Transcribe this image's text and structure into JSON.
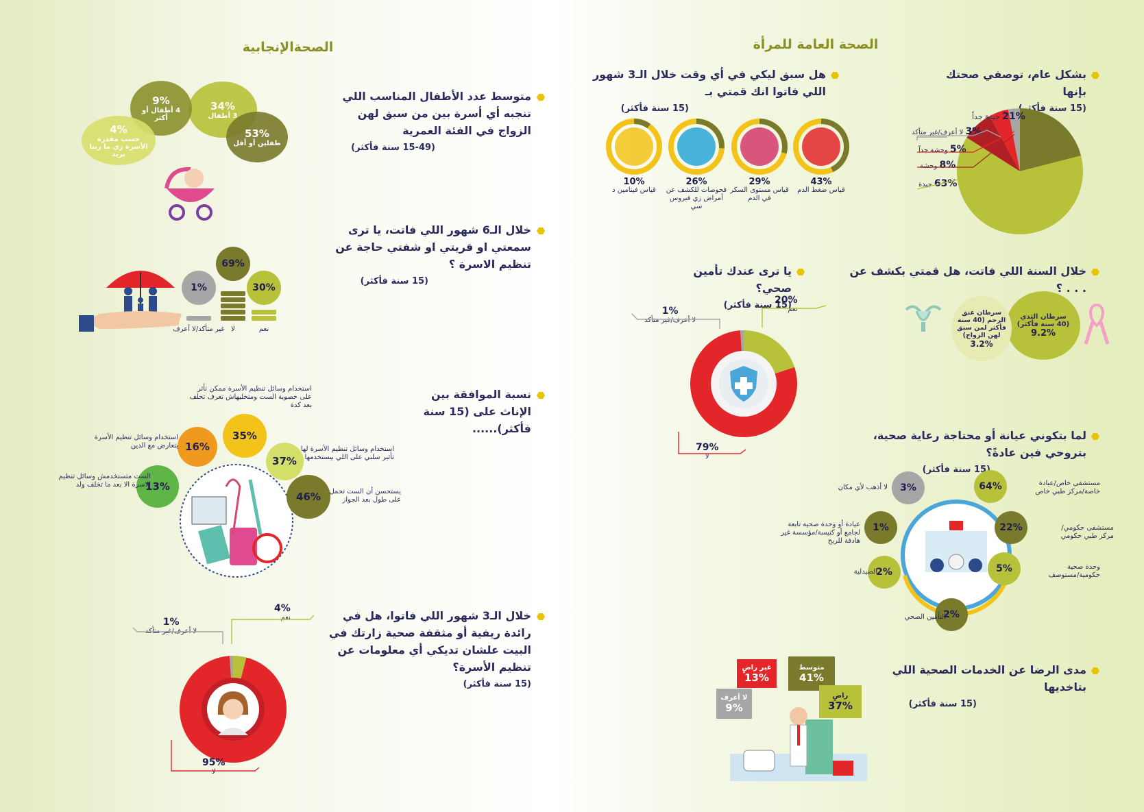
{
  "titles": {
    "general_health": "الصحة العامة للمرأة",
    "reproductive_health": "الصحةالإنجابية"
  },
  "q_health": {
    "text": "بشكل عام، توصفي صحتك بإنها",
    "sub": "(15 سنة فأكثر)",
    "items": [
      {
        "pct": "21%",
        "label": "جيدة جداً",
        "value": 21
      },
      {
        "pct": "3%",
        "label": "لا أعرف/غير متأكد",
        "value": 3
      },
      {
        "pct": "5%",
        "label": "وحشة جداً",
        "value": 5
      },
      {
        "pct": "8%",
        "label": "وحشة",
        "value": 8
      },
      {
        "pct": "63%",
        "label": "جيدة",
        "value": 63
      }
    ]
  },
  "q_tests": {
    "text": "هل سبق ليكي في أي وقت خلال الـ3 شهور اللي فاتوا انك قمتي بـ",
    "sub": "(15 سنة فأكثر)",
    "items": [
      {
        "pct": "43%",
        "label": "قياس ضغط الدم",
        "value": 43
      },
      {
        "pct": "29%",
        "label": "قياس مستوى السكر في الدم",
        "value": 29
      },
      {
        "pct": "26%",
        "label": "فحوصات للكشف عن أمراض زي فيروس سي",
        "value": 26
      },
      {
        "pct": "10%",
        "label": "قياس فيتامين د",
        "value": 10
      }
    ]
  },
  "q_screen": {
    "text": "خلال السنة اللي فاتت، هل قمتي  بكشف عن . . . ؟",
    "items": [
      {
        "label": "سرطان الثدي (40 سنة فأكثر)",
        "pct": "9.2%",
        "value": 9.2
      },
      {
        "label": "سرطان عنق الرحم (40 سنة فأكثر لمن سبق لهن الزواج)",
        "pct": "3.2%",
        "value": 3.2
      }
    ]
  },
  "q_insurance": {
    "text": "يا ترى عندك تأمين صحي؟",
    "sub": "(15 سنة فأكثر)",
    "items": [
      {
        "pct": "20%",
        "label": "نعم",
        "value": 20
      },
      {
        "pct": "1%",
        "label": "لا أعرف/غير متأكد",
        "value": 1
      },
      {
        "pct": "79%",
        "label": "لا",
        "value": 79
      }
    ]
  },
  "q_care": {
    "text": "لما بتكوني عيانة أو محتاجة رعاية صحية، بتروحي فين عادةً؟",
    "sub": "(15 سنة فأكثر)",
    "items": [
      {
        "pct": "64%",
        "label": "مستشفى خاص/عيادة خاصة/مركز طبي خاص",
        "value": 64
      },
      {
        "pct": "22%",
        "label": "مستشفى حكومي/مركز طبي حكومي",
        "value": 22
      },
      {
        "pct": "5%",
        "label": "وحدة صحية حكومية/مستوصف",
        "value": 5
      },
      {
        "pct": "2%",
        "label": "التأمين الصحي",
        "value": 2
      },
      {
        "pct": "2%",
        "label": "الصيدلية",
        "value": 2
      },
      {
        "pct": "1%",
        "label": "عيادة أو وحدة صحية تابعة لجامع أو كنيسة/مؤسسة غير هادفة للربح",
        "value": 1
      },
      {
        "pct": "3%",
        "label": "لا أذهب لأي مكان",
        "value": 3
      }
    ]
  },
  "q_satisfaction": {
    "text": "مدى الرضا عن الخدمات الصحية اللي بتاخديها",
    "sub": "(15 سنة فأكثر)",
    "items": [
      {
        "pct": "41%",
        "label": "متوسط",
        "value": 41
      },
      {
        "pct": "13%",
        "label": "غير راضٍ",
        "value": 13
      },
      {
        "pct": "9%",
        "label": "لا أعرف",
        "value": 9
      },
      {
        "pct": "37%",
        "label": "راضٍ",
        "value": 37
      }
    ]
  },
  "q_children": {
    "text": "متوسط عدد الأطفال المناسب اللي تنجبه أي أسرة بين من سبق لهن الزواج في الفئة العمرية",
    "sub": "(15-49 سنة فأكثر)",
    "items": [
      {
        "pct": "34%",
        "label": "3 أطفال",
        "value": 34
      },
      {
        "pct": "9%",
        "label": "4 أطفال أو أكثر",
        "value": 9
      },
      {
        "pct": "53%",
        "label": "طفلين أو أقل",
        "value": 53
      },
      {
        "pct": "4%",
        "label": "حسب مقدرة الأسرة زي ما ربنا يريد",
        "value": 4
      }
    ]
  },
  "q_heard": {
    "text": "خلال الـ6 شهور اللي فاتت، يا ترى سمعتي او قريتي او شفتي حاجة عن تنظيم الاسرة ؟",
    "sub": "(15 سنة فأكثر)",
    "items": [
      {
        "pct": "30%",
        "label": "نعم",
        "value": 30
      },
      {
        "pct": "69%",
        "label": "لا",
        "value": 69
      },
      {
        "pct": "1%",
        "label": "غير متأكد/لا أعرف",
        "value": 1
      }
    ]
  },
  "q_agree": {
    "text": "نسبة الموافقة بين الإناث على (15 سنة فأكثر)......",
    "items": [
      {
        "pct": "35%",
        "label": "استخدام وسائل تنظيم الأسرة ممكن تأثر على خصوبة الست ومتخليهاش تعرف تخلف بعد كدة",
        "value": 35
      },
      {
        "pct": "16%",
        "label": "استخدام وسائل تنظيم الأسرة يتعارض مع الدين",
        "value": 16
      },
      {
        "pct": "37%",
        "label": "استخدام وسائل تنظيم الأسرة لها تأثير سلبي على اللي بيستخدمها",
        "value": 37
      },
      {
        "pct": "13%",
        "label": "الست متستخدمش وسائل تنظيم الاسرة الا بعد ما تخلف ولد",
        "value": 13
      },
      {
        "pct": "46%",
        "label": "يستحسن أن الست تحمل على طول بعد الجواز",
        "value": 46
      }
    ]
  },
  "q_visit": {
    "text": "خلال الـ3 شهور اللي فاتوا، هل في رائدة ريفية أو مثقفة صحية زارتك في البيت علشان تديكي أي معلومات عن تنظيم الأسرة؟",
    "sub": "(15 سنة فأكثر)",
    "items": [
      {
        "pct": "4%",
        "label": "نعم",
        "value": 4
      },
      {
        "pct": "1%",
        "label": "لا أعرف/غير متأكد",
        "value": 1
      },
      {
        "pct": "95%",
        "label": "لا",
        "value": 95
      }
    ]
  },
  "colors": {
    "olive": "#7a7a2c",
    "lime": "#b7c23a",
    "red": "#e2262a",
    "darkred": "#b01f24",
    "gray": "#a6a6a6",
    "yellow": "#f3c319",
    "orange": "#ef9a1f",
    "green": "#5fb546"
  }
}
